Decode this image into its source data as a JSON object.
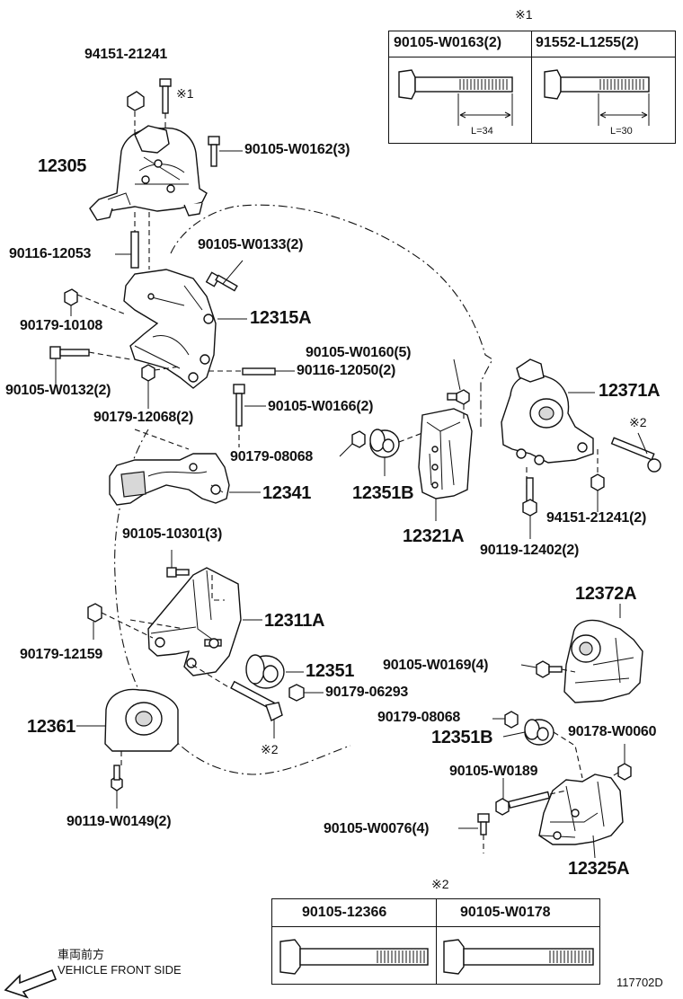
{
  "diagram_code": "117702D",
  "direction": {
    "japanese": "車両前方",
    "english": "VEHICLE FRONT SIDE"
  },
  "note1": {
    "mark": "※1",
    "columns": [
      "90105-W0163(2)",
      "91552-L1255(2)"
    ],
    "lengths": [
      "L=34",
      "L=30"
    ]
  },
  "note2": {
    "mark": "※2",
    "columns": [
      "90105-12366",
      "90105-W0178"
    ]
  },
  "callout_marks": {
    "m1": "※1",
    "m2a": "※2",
    "m2b": "※2"
  },
  "labels": {
    "l01": "94151-21241",
    "l02": "12305",
    "l03": "90105-W0162(3)",
    "l04": "90116-12053",
    "l05": "90105-W0133(2)",
    "l06": "90179-10108",
    "l07": "12315A",
    "l08": "90105-W0160(5)",
    "l09": "90116-12050(2)",
    "l10": "90105-W0132(2)",
    "l11": "90179-12068(2)",
    "l12": "90105-W0166(2)",
    "l13": "12371A",
    "l14": "90179-08068",
    "l15": "12351B",
    "l16": "12341",
    "l17": "12321A",
    "l18": "94151-21241(2)",
    "l19": "90119-12402(2)",
    "l20": "90105-10301(3)",
    "l21": "12372A",
    "l22": "90179-12159",
    "l23": "12311A",
    "l24": "12351",
    "l25": "90105-W0169(4)",
    "l26": "90179-06293",
    "l27": "12361",
    "l28": "90179-08068",
    "l29": "12351B",
    "l30": "90178-W0060",
    "l31": "90105-W0189",
    "l32": "90119-W0149(2)",
    "l33": "90105-W0076(4)",
    "l34": "12325A"
  }
}
